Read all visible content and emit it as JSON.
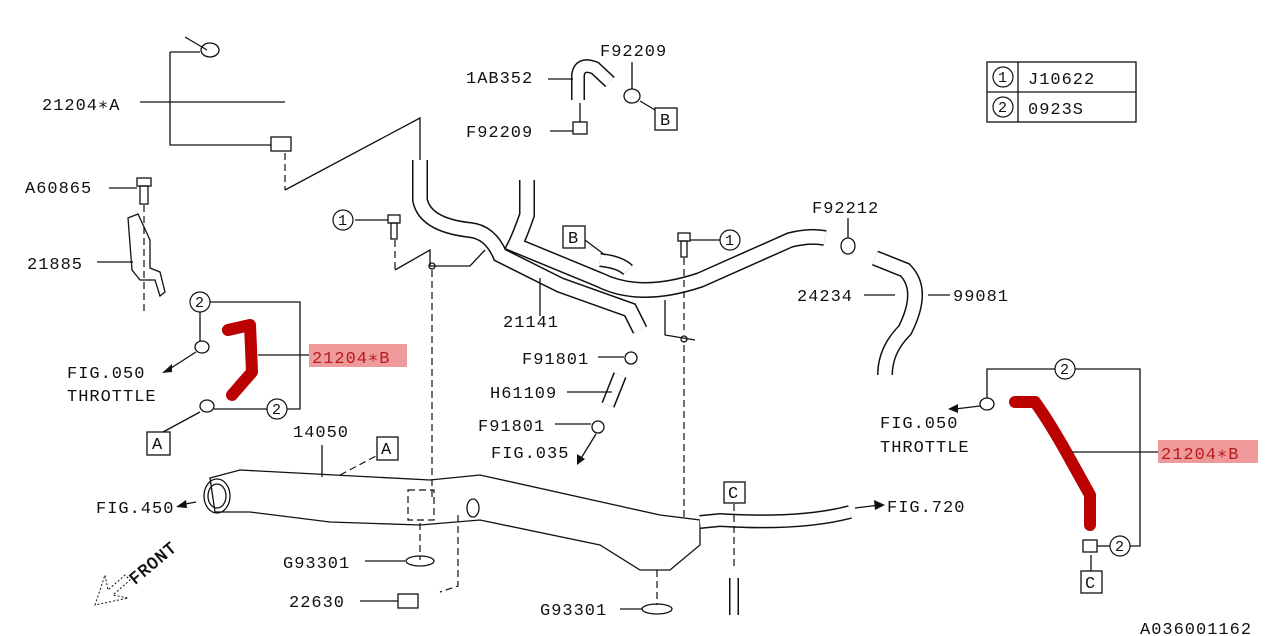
{
  "diagram_id": "A036001162",
  "legend": {
    "rows": [
      {
        "ref": "1",
        "part": "J10622"
      },
      {
        "ref": "2",
        "part": "0923S"
      }
    ]
  },
  "parts": {
    "p21204A": "21204∗A",
    "p1AB352": "1AB352",
    "pF92209_top": "F92209",
    "pF92209_bottom": "F92209",
    "pA60865": "A60865",
    "p21885": "21885",
    "pF92212": "F92212",
    "p24234": "24234",
    "p99081": "99081",
    "p21141": "21141",
    "p21204B_left": "21204∗B",
    "p21204B_right": "21204∗B",
    "pF91801_top": "F91801",
    "pH61109": "H61109",
    "pF91801_bottom": "F91801",
    "p14050": "14050",
    "pG93301_left": "G93301",
    "p22630": "22630",
    "pG93301_right": "G93301"
  },
  "refs": {
    "fig050_left": "FIG.050",
    "throttle_left": "THROTTLE",
    "fig050_right": "FIG.050",
    "throttle_right": "THROTTLE",
    "fig035": "FIG.035",
    "fig450": "FIG.450",
    "fig720": "FIG.720",
    "front": "FRONT"
  },
  "markers": {
    "A": "A",
    "B": "B",
    "C": "C",
    "one": "1",
    "two": "2"
  },
  "colors": {
    "highlight_bg": "#ef9a9a",
    "highlight_hose": "#e53935"
  }
}
